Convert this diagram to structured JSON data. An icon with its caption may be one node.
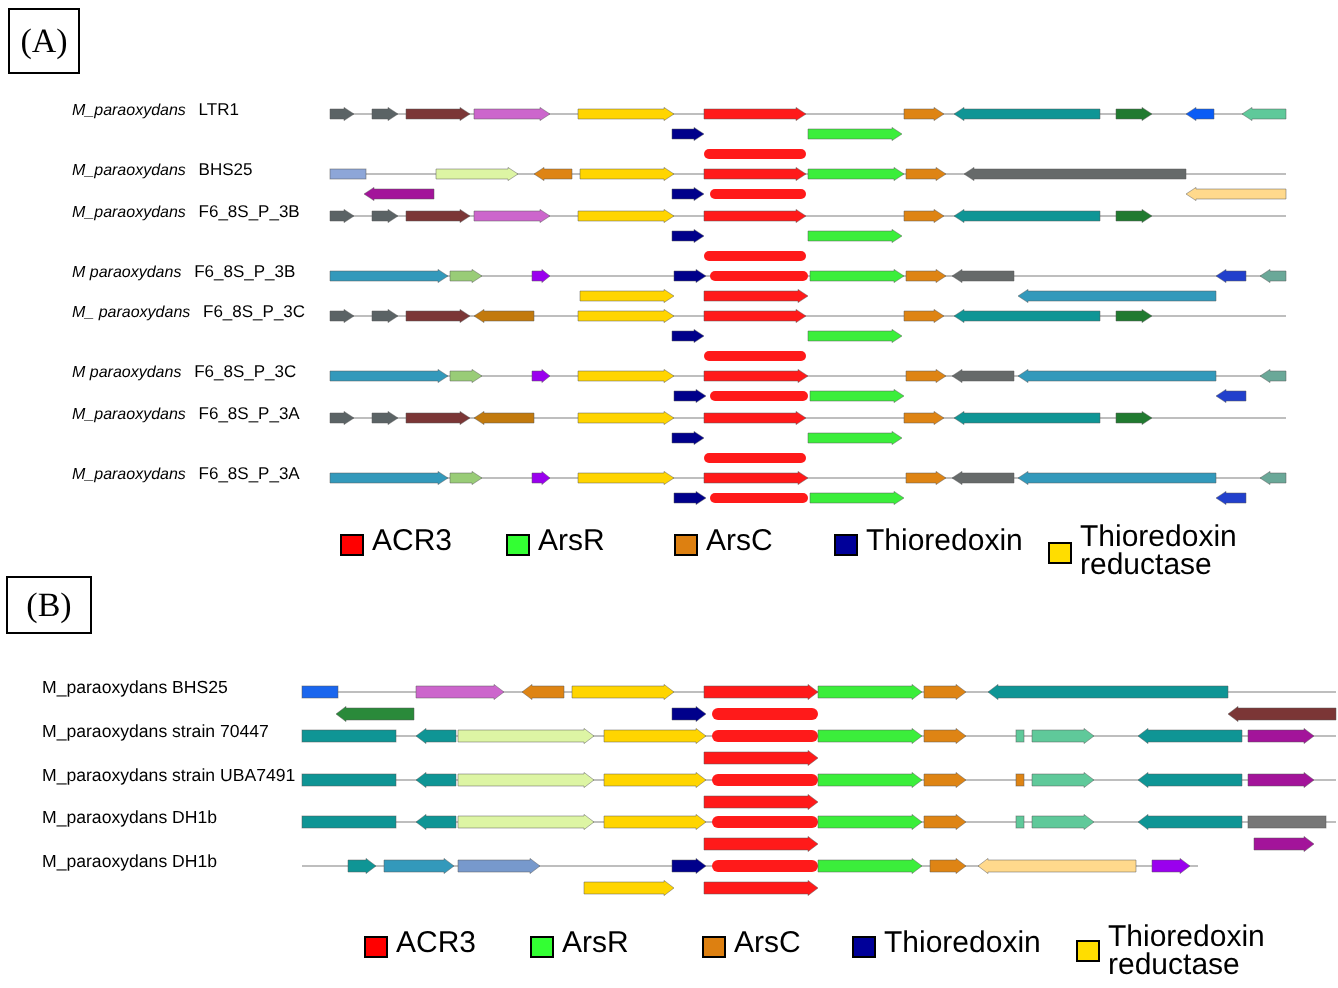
{
  "diagram": {
    "nodes": [
      {
        "text": [
          "(A)"
        ]
      },
      {
        "text": [
          "(B)"
        ]
      }
    ],
    "labels": [
      "*M_paraoxydans* LTR1",
      "*M_paraoxydans* BHS25",
      "*M_paraoxydans* F6_8S_P_3B",
      "*M paraoxydans* F6_8S_P_3B",
      "*M_ paraoxydans* F6_8S_P_3C",
      "*M paraoxydans* F6_8S_P_3C",
      "*M_paraoxydans* F6_8S_P_3A",
      "*M_paraoxydans* F6_8S_P_3A",
      "M_paraoxydans BHS25",
      "M_paraoxydans strain 70447",
      "M_paraoxydans strain UBA7491",
      "M_paraoxydans DH1b",
      "M_paraoxydans DH1b"
    ],
    "legend": [
      {
        "text": "ACR3",
        "color": "#ff0000"
      },
      {
        "text": "ArsR",
        "color": "#33ff33"
      },
      {
        "text": "ArsC",
        "color": "#dd8011"
      },
      {
        "text": "Thioredoxin",
        "color": "#000099"
      },
      {
        "text": "Thioredoxin reductase",
        "color": "#ffdd00"
      },
      {
        "text": "ACR3",
        "color": "#ff0000"
      },
      {
        "text": "ArsR",
        "color": "#33ff33"
      },
      {
        "text": "ArsC",
        "color": "#dd8011"
      },
      {
        "text": "Thioredoxin",
        "color": "#000099"
      },
      {
        "text": "Thioredoxin reductase",
        "color": "#ffdd00"
      }
    ]
  }
}
